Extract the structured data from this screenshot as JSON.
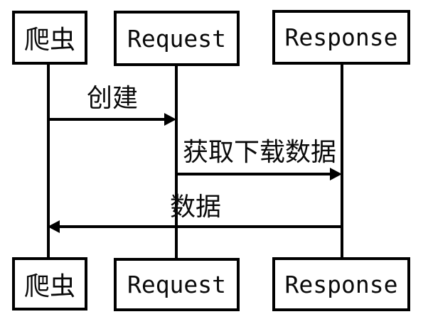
{
  "diagram": {
    "type": "sequence-diagram",
    "background_color": "#ffffff",
    "stroke_color": "#000000",
    "participants": [
      {
        "id": "crawler",
        "label": "爬虫"
      },
      {
        "id": "request",
        "label": "Request"
      },
      {
        "id": "response",
        "label": "Response"
      }
    ],
    "messages": [
      {
        "from": "crawler",
        "to": "request",
        "label": "创建",
        "direction": "right"
      },
      {
        "from": "request",
        "to": "response",
        "label": "获取下载数据",
        "direction": "right"
      },
      {
        "from": "response",
        "to": "crawler",
        "label": "数据",
        "direction": "left"
      }
    ]
  }
}
